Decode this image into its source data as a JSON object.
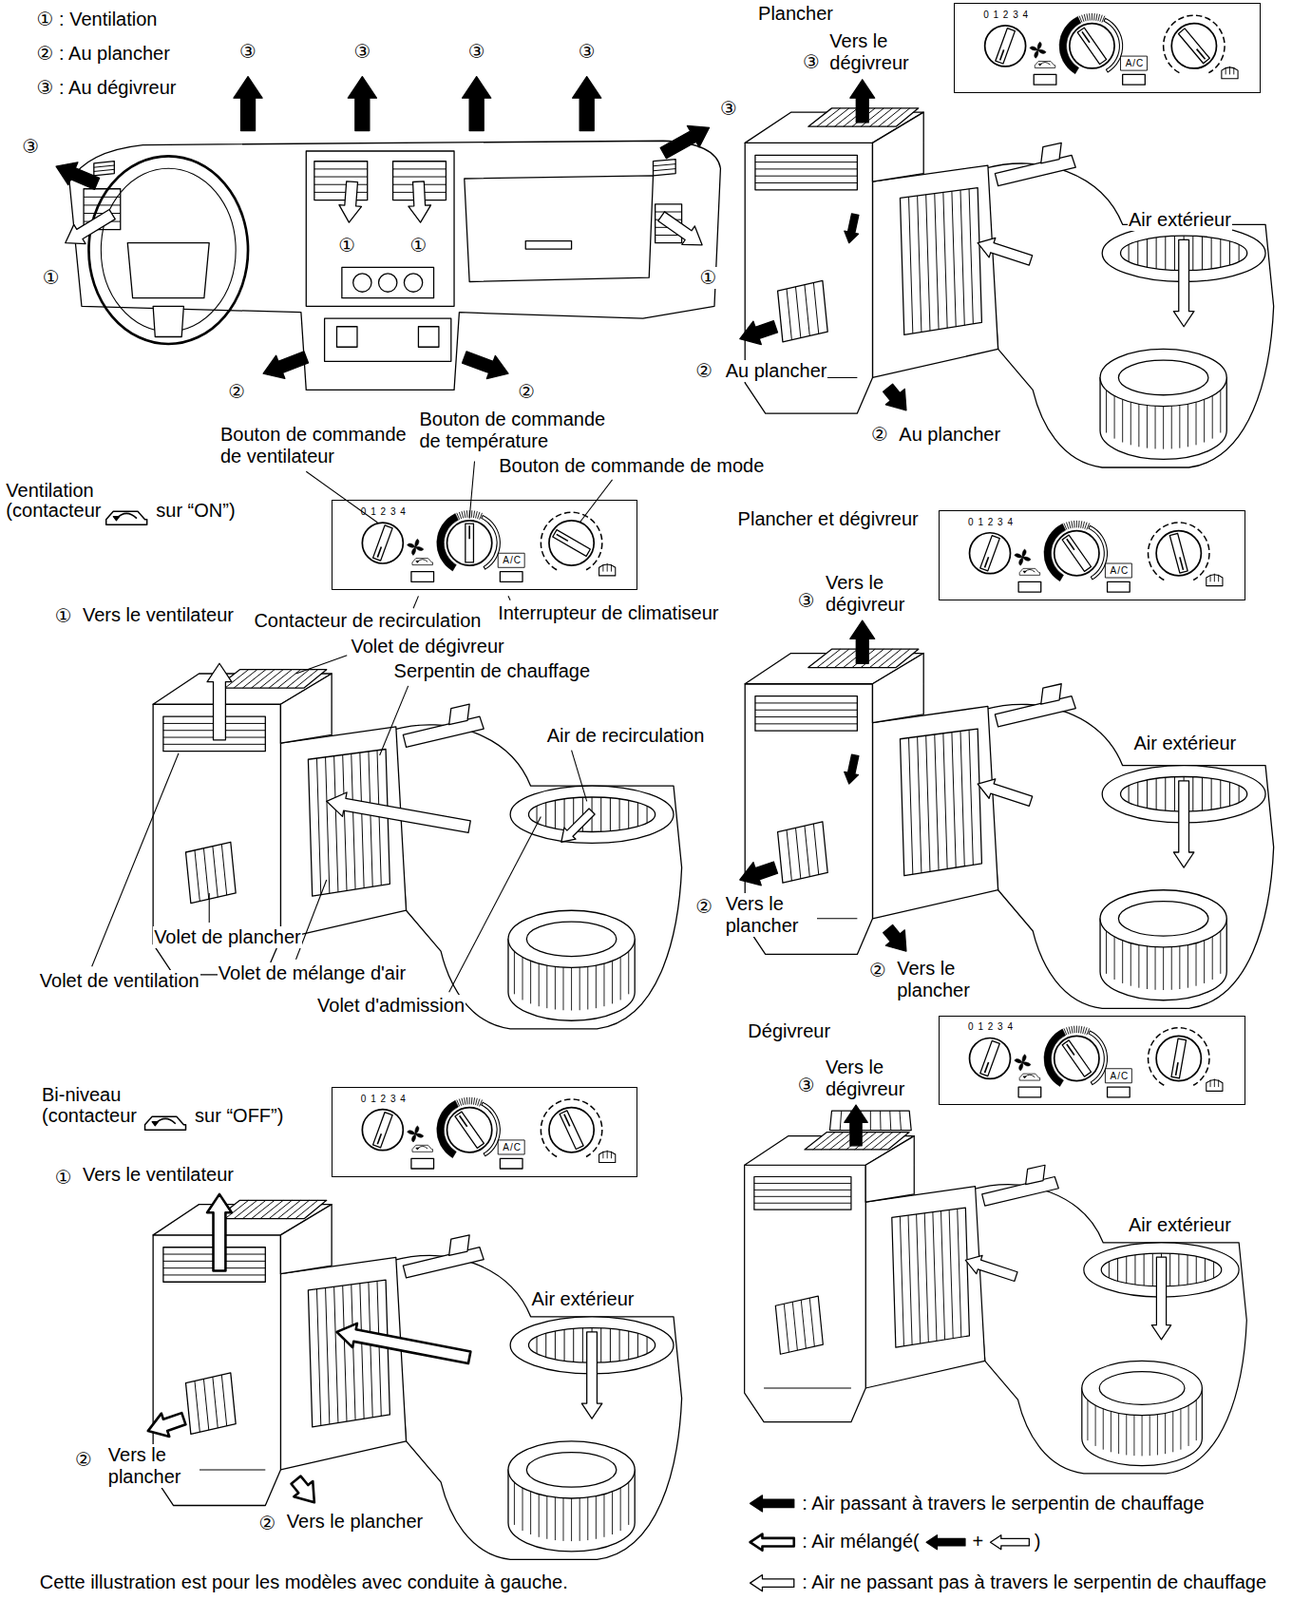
{
  "diagram": {
    "caption": "Cette illustration est pour les modèles avec conduite à gauche.",
    "nodes": [
      {
        "text": [
          "0 1 2 3 4",
          "A/C"
        ]
      },
      {
        "text": [
          "0 1 2 3 4",
          "A/C"
        ]
      },
      {
        "text": [
          "0 1 2 3 4",
          "A/C"
        ]
      },
      {
        "text": [
          "0 1 2 3 4",
          "A/C"
        ]
      },
      {
        "text": [
          "0 1 2 3 4",
          "A/C"
        ]
      }
    ],
    "labels": [
      "① : Ventilation",
      "② : Au plancher",
      "③ : Au dégivreur",
      "③",
      "③",
      "③",
      "③",
      "③",
      "③",
      "①",
      "①",
      "①",
      "①",
      "②",
      "②",
      "Plancher",
      "③",
      "Vers le dégivreur",
      "Air extérieur",
      "②",
      "Au plancher",
      "②",
      "Au plancher",
      "Bouton de commande de ventilateur",
      "Bouton de commande de température",
      "Bouton de commande de mode",
      "Ventilation",
      "(contacteur",
      "sur “ON”)",
      "①",
      "Vers le ventilateur",
      "Contacteur de recirculation",
      "Interrupteur de climatiseur",
      "Volet de dégivreur",
      "Serpentin de chauffage",
      "Air de recirculation",
      "Volet de plancher",
      "Volet de ventilation",
      "Volet de mélange d'air",
      "Volet d'admission",
      "Plancher et dégivreur",
      "③",
      "Vers le dégivreur",
      "Air extérieur",
      "②",
      "Vers le plancher",
      "②",
      "Vers le plancher",
      "Dégivreur",
      "③",
      "Vers le dégivreur",
      "Air extérieur",
      "Bi-niveau",
      "(contacteur",
      "sur “OFF”)",
      "①",
      "Vers le ventilateur",
      "Air extérieur",
      "②",
      "Vers le plancher",
      "②",
      "Vers le plancher",
      "+",
      ")"
    ],
    "legend": [
      {
        "text": ": Air passant à travers le serpentin de chauffage"
      },
      {
        "text": ": Air mélangé("
      },
      {
        "text": ": Air ne passant pas à travers le serpentin de chauffage"
      }
    ]
  }
}
